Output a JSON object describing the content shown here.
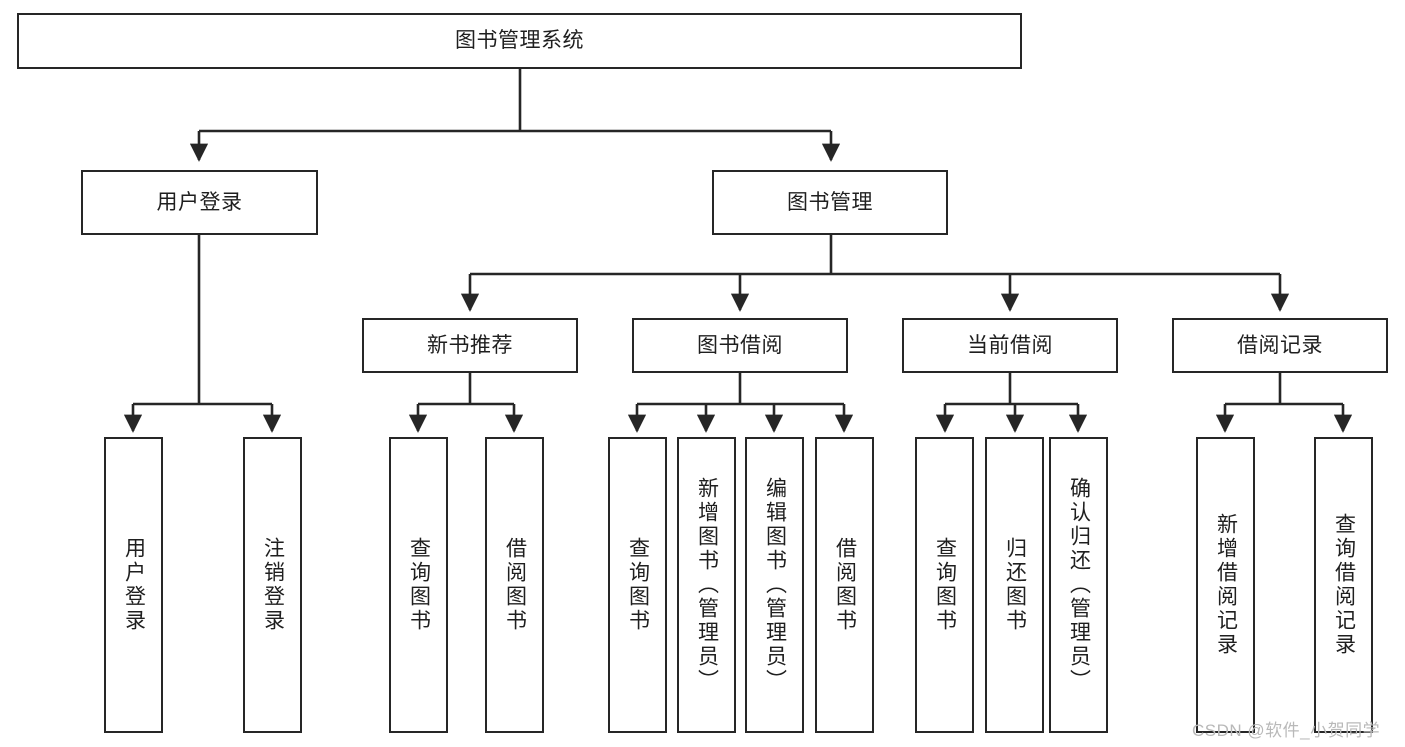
{
  "diagram": {
    "title": "图书管理系统",
    "type": "hierarchy-tree",
    "root": {
      "label": "图书管理系统"
    },
    "level2": [
      {
        "label": "用户登录"
      },
      {
        "label": "图书管理"
      }
    ],
    "level3": [
      {
        "label": "新书推荐"
      },
      {
        "label": "图书借阅"
      },
      {
        "label": "当前借阅"
      },
      {
        "label": "借阅记录"
      }
    ],
    "leaves": {
      "user_login": [
        {
          "label": "用户登录"
        },
        {
          "label": "注销登录"
        }
      ],
      "new_book_recommend": [
        {
          "label": "查询图书"
        },
        {
          "label": "借阅图书"
        }
      ],
      "book_borrow": [
        {
          "label": "查询图书"
        },
        {
          "label": "新增图书（管理员）"
        },
        {
          "label": "编辑图书（管理员）"
        },
        {
          "label": "借阅图书"
        }
      ],
      "current_borrow": [
        {
          "label": "查询图书"
        },
        {
          "label": "归还图书"
        },
        {
          "label": "确认归还（管理员）"
        }
      ],
      "borrow_record": [
        {
          "label": "新增借阅记录"
        },
        {
          "label": "查询借阅记录"
        }
      ]
    }
  },
  "watermark": {
    "text": "CSDN @软件_小贺同学"
  },
  "colors": {
    "border": "#262626",
    "background": "#ffffff",
    "text": "#1f1f1f",
    "watermark": "#b9b9b9"
  }
}
